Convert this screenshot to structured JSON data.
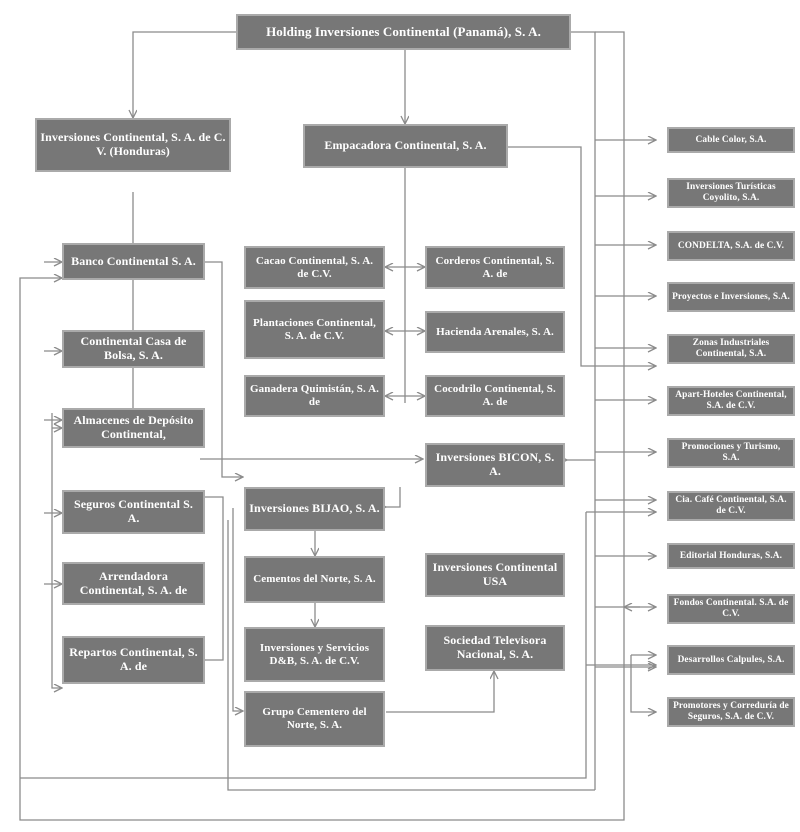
{
  "diagram": {
    "title": "Holding Inversiones Continental (Panama) corporate structure chart",
    "box_fill": "#777777",
    "box_border": "#aaaaaa",
    "text_color": "#ffffff",
    "line_color": "#8b8b8b",
    "background": "#ffffff"
  },
  "nodes": {
    "holding": {
      "label": "Holding Inversiones Continental (Panamá), S. A."
    },
    "inversiones_continental_hn": {
      "label": "Inversiones Continental, S. A. de C. V. (Honduras)"
    },
    "empacadora": {
      "label": "Empacadora Continental, S. A."
    },
    "banco_continental": {
      "label": "Banco Continental S. A."
    },
    "casa_de_bolsa": {
      "label": "Continental Casa de Bolsa, S. A."
    },
    "almacenes_deposito": {
      "label": "Almacenes de Depósito Continental,"
    },
    "seguros_continental": {
      "label": "Seguros Continental S. A."
    },
    "arrendadora": {
      "label": "Arrendadora Continental, S. A. de"
    },
    "repartos": {
      "label": "Repartos Continental, S. A. de"
    },
    "cacao": {
      "label": "Cacao Continental, S. A. de C.V."
    },
    "plantaciones": {
      "label": "Plantaciones Continental, S. A. de C.V."
    },
    "ganadera": {
      "label": "Ganadera Quimistán, S. A. de"
    },
    "corderos": {
      "label": "Corderos Continental, S. A. de"
    },
    "hacienda_arenales": {
      "label": "Hacienda Arenales, S. A."
    },
    "cocodrilo": {
      "label": "Cocodrilo Continental, S. A. de"
    },
    "bicon": {
      "label": "Inversiones BICON, S. A."
    },
    "bijao": {
      "label": "Inversiones BIJAO, S. A."
    },
    "cementos_norte": {
      "label": "Cementos del Norte, S. A."
    },
    "servicios_dyb": {
      "label": "Inversiones y Servicios D&B, S. A. de C.V."
    },
    "grupo_cementero": {
      "label": "Grupo Cementero del Norte, S. A."
    },
    "inversiones_usa": {
      "label": "Inversiones Continental USA"
    },
    "televisora": {
      "label": "Sociedad Televisora Nacional, S. A."
    },
    "cable_color": {
      "label": "Cable Color, S.A."
    },
    "turisticas_coyolito": {
      "label": "Inversiones Turísticas Coyolito, S.A."
    },
    "condelta": {
      "label": "CONDELTA, S.A. de C.V."
    },
    "proyectos_inversiones": {
      "label": "Proyectos e Inversiones, S.A."
    },
    "zonas_industriales": {
      "label": "Zonas Industriales Continental, S.A."
    },
    "apart_hoteles": {
      "label": "Apart-Hoteles Continental, S.A. de C.V."
    },
    "promociones_turismo": {
      "label": "Promociones y Turismo, S.A."
    },
    "cia_cafe": {
      "label": "Cia. Café Continental, S.A. de C.V."
    },
    "editorial_honduras": {
      "label": "Editorial Honduras, S.A."
    },
    "fondos_continental": {
      "label": "Fondos Continental. S.A. de C.V."
    },
    "desarrollos_calpules": {
      "label": "Desarrollos Calpules, S.A."
    },
    "promotores_correduria": {
      "label": "Promotores y Correduría de Seguros, S.A. de C.V."
    }
  }
}
